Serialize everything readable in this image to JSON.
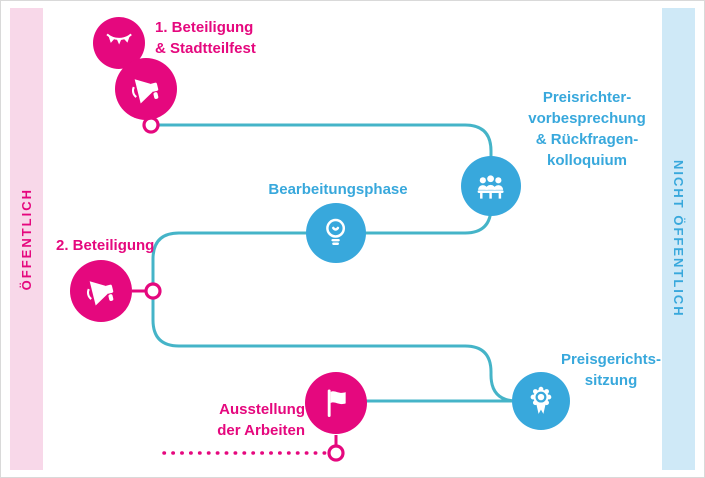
{
  "colors": {
    "pink": "#e5087e",
    "blue": "#38a8dc",
    "line": "#45b4c8",
    "pink_band": "#f8d8e9",
    "blue_band": "#cfe9f7",
    "background": "#ffffff"
  },
  "bands": {
    "left": "ÖFFENTLICH",
    "right": "NICHT ÖFFENTLICH"
  },
  "steps": [
    {
      "id": "beteiligung-1",
      "color": "pink",
      "icons": [
        "bunting-icon",
        "megaphone-icon"
      ],
      "label_lines": [
        "1. Beteiligung",
        "& Stadtteilfest"
      ]
    },
    {
      "id": "preisrichtervorbesprechung",
      "color": "blue",
      "icons": [
        "committee-icon"
      ],
      "label_lines": [
        "Preisrichter-",
        "vorbesprechung",
        "& Rückfragen-",
        "kolloquium"
      ]
    },
    {
      "id": "bearbeitungsphase",
      "color": "blue",
      "icons": [
        "lightbulb-icon"
      ],
      "label_lines": [
        "Bearbeitungsphase"
      ]
    },
    {
      "id": "beteiligung-2",
      "color": "pink",
      "icons": [
        "megaphone-icon"
      ],
      "label_lines": [
        "2. Beteiligung"
      ]
    },
    {
      "id": "preisgerichtssitzung",
      "color": "blue",
      "icons": [
        "award-icon"
      ],
      "label_lines": [
        "Preisgerichts-",
        "sitzung"
      ]
    },
    {
      "id": "ausstellung",
      "color": "pink",
      "icons": [
        "flag-icon"
      ],
      "label_lines": [
        "Ausstellung",
        "der Arbeiten"
      ]
    }
  ]
}
